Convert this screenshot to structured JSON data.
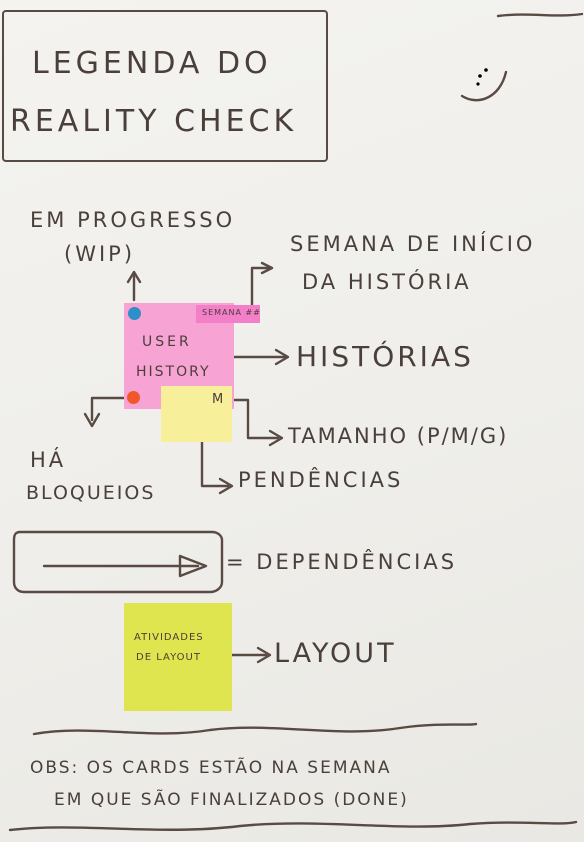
{
  "title": {
    "line1": "Legenda do",
    "line2": "Reality Check"
  },
  "smiley": ":)",
  "labels": {
    "em_progresso_1": "Em progresso",
    "em_progresso_2": "(WiP)",
    "semana_1": "Semana de início",
    "semana_2": "da História",
    "historias": "Histórias",
    "tamanho": "Tamanho (P/M/G)",
    "pendencias": "Pendências",
    "ha": "Há",
    "bloqueios": "Bloqueios",
    "dependencias": "= Dependências",
    "layout": "Layout"
  },
  "cards": {
    "user_story_1": "User",
    "user_story_2": "History",
    "week_tag": "Semana ##",
    "size_tag": "M",
    "activities_1": "Atividades",
    "activities_2": "de layout"
  },
  "note": {
    "line1": "Obs: Os cards estão na semana",
    "line2": "em que são finalizados (Done)"
  },
  "colors": {
    "ink": "#5a4a44",
    "sticky_pink": "#f7a3d4",
    "tag_pink": "#f27fc7",
    "sticky_yellow": "#f7ef9a",
    "sticky_green": "#dfe54e",
    "dot_blue": "#2f8fc9",
    "dot_red": "#f0582a"
  }
}
